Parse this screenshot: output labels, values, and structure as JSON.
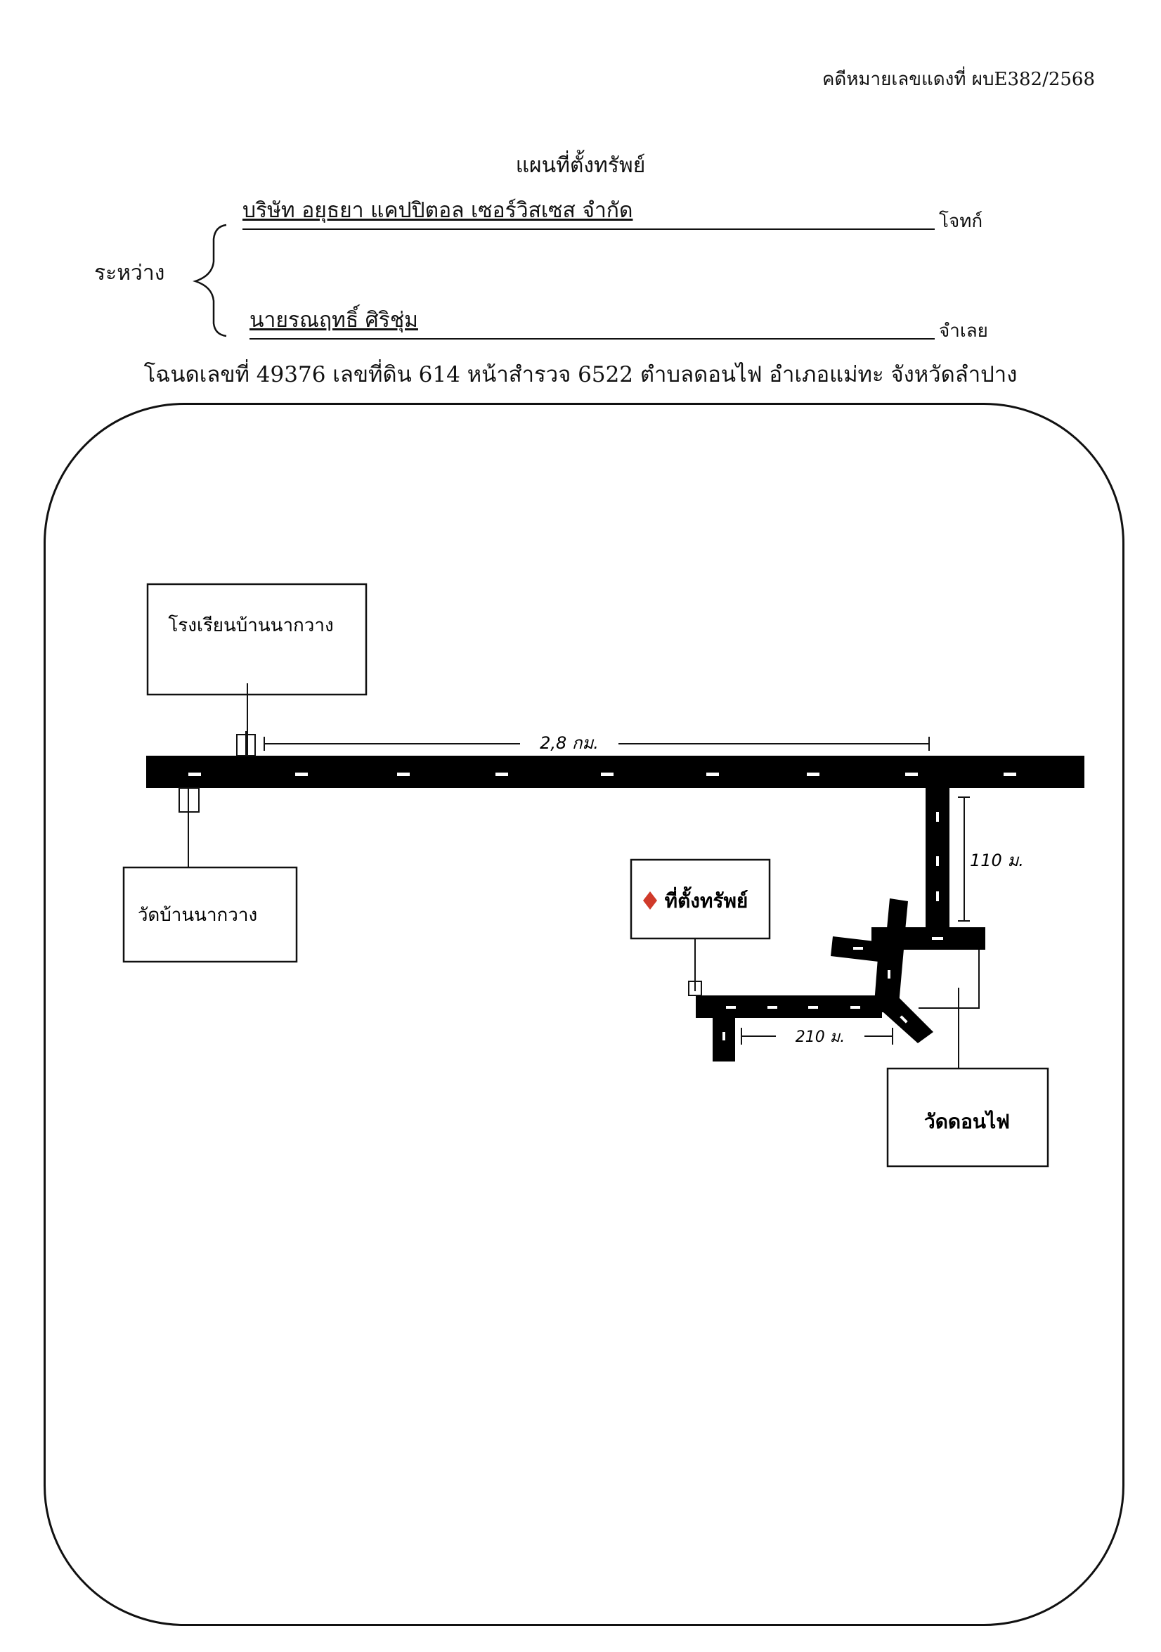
{
  "header": {
    "case_number": "คดีหมายเลขแดงที่ ผบE382/2568",
    "title": "แผนที่ตั้งทรัพย์"
  },
  "parties": {
    "between_label": "ระหว่าง",
    "plaintiff_name": "บริษัท อยุธยา แคปปิตอล เซอร์วิสเซส จำกัด",
    "plaintiff_role": "โจทก์",
    "defendant_name": "นายรณฤทธิ์ ศิริชุ่ม",
    "defendant_role": "จำเลย"
  },
  "deed_line": "โฉนดเลขที่ 49376  เลขที่ดิน  614  หน้าสำรวจ 6522  ตำบลดอนไฟ  อำเภอแม่ทะ  จังหวัดลำปาง",
  "map": {
    "landmarks": {
      "school": "โรงเรียนบ้านนากวาง",
      "temple_nakwang": "วัดบ้านนากวาง",
      "property": "ที่ตั้งทรัพย์",
      "temple_donfai": "วัดดอนไฟ"
    },
    "distances": {
      "main_road": "2,8 กม.",
      "side_road": "110 ม.",
      "lower_road": "210 ม."
    },
    "property_marker_color": "#d03a2a",
    "icons": [
      "flag-icon",
      "diamond-icon"
    ]
  }
}
